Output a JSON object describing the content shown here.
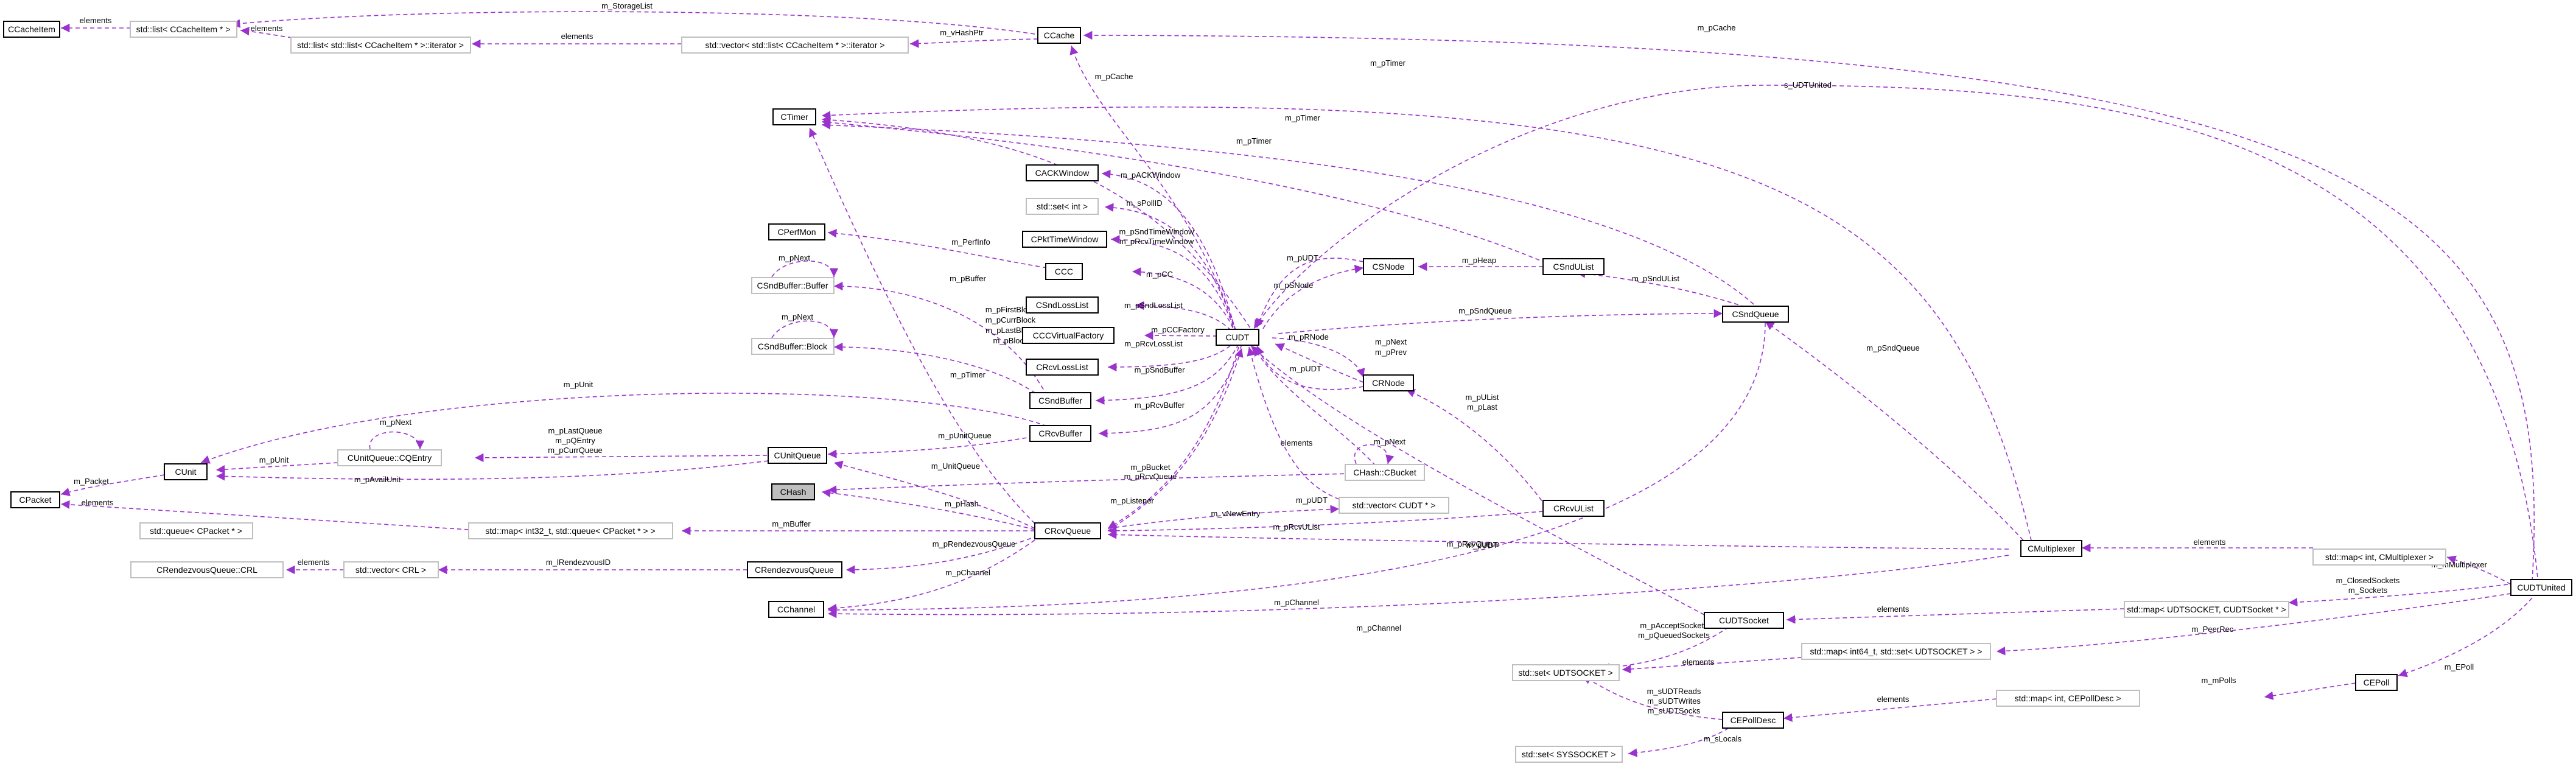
{
  "colors": {
    "edge": "#9a32cd",
    "node_border": "#000000",
    "template_border": "#bfbfbf",
    "focus_fill": "#bfbfbf"
  },
  "nodes": {
    "ccacheitem": "CCacheItem",
    "list_ccacheitem": "std::list< CCacheItem * >",
    "list_list_iter": "std::list< std::list< CCacheItem * >::iterator >",
    "vector_list_iter": "std::vector< std::list< CCacheItem * >::iterator >",
    "ccache": "CCache",
    "ctimer": "CTimer",
    "cackwindow": "CACKWindow",
    "set_int": "std::set< int >",
    "cperfmon": "CPerfMon",
    "cpkttimewindow": "CPktTimeWindow",
    "ccc": "CCC",
    "sndbuffer_buffer": "CSndBuffer::Buffer",
    "csndlosslist": "CSndLossList",
    "cccvirtualfactory": "CCCVirtualFactory",
    "sndbuffer_block": "CSndBuffer::Block",
    "crcvlosslist": "CRcvLossList",
    "csndbuffer": "CSndBuffer",
    "crcvbuffer": "CRcvBuffer",
    "cunit": "CUnit",
    "cunitqueue_centry": "CUnitQueue::CQEntry",
    "cunitqueue": "CUnitQueue",
    "cpacket": "CPacket",
    "chash": "CHash",
    "queue_cpacket": "std::queue< CPacket * >",
    "map_int32_queue": "std::map< int32_t, std::queue< CPacket * > >",
    "crcvqueue": "CRcvQueue",
    "crendezvousqueue_crl": "CRendezvousQueue::CRL",
    "vector_crl": "std::vector< CRL >",
    "crendezvousqueue": "CRendezvousQueue",
    "cchannel": "CChannel",
    "cudt": "CUDT",
    "csnode": "CSNode",
    "crnode": "CRNode",
    "chash_cbucket": "CHash::CBucket",
    "vector_cudt": "std::vector< CUDT * >",
    "csndulist": "CSndUList",
    "crcvulist": "CRcvUList",
    "csndqueue": "CSndQueue",
    "cmultiplexer": "CMultiplexer",
    "map_int_cmultiplexer": "std::map< int, CMultiplexer >",
    "cudtunited": "CUDTUnited",
    "map_udtsocket": "std::map< UDTSOCKET, CUDTSocket * >",
    "cudtsocket": "CUDTSocket",
    "map_int64_set": "std::map< int64_t, std::set< UDTSOCKET > >",
    "set_udtsocket": "std::set< UDTSOCKET >",
    "cepoll": "CEPoll",
    "map_int_cepolldesc": "std::map< int, CEPollDesc >",
    "cepolldesc": "CEPollDesc",
    "set_syssocket": "std::set< SYSSOCKET >"
  },
  "edge_labels": {
    "storagelist": "m_StorageList",
    "elements_cache": "elements",
    "elements_cache2": "elements",
    "elements_cache3": "elements",
    "vhashptr": "m_vHashPtr",
    "pcache_cudt": "m_pCache",
    "pcache_united": "m_pCache",
    "ptimer_top": "m_pTimer",
    "udtunited": "s_UDTUnited",
    "ptimer_mid": "m_pTimer",
    "packwindow": "m_pACKWindow",
    "spollid": "m_sPollID",
    "perfinfo": "m_PerfInfo",
    "psndtimewindow": "m_pSndTimeWindow",
    "prcvtimewindow": "m_pRcvTimeWindow",
    "pcc": "m_pCC",
    "pbuffer": "m_pBuffer",
    "pnext_buf": "m_pNext",
    "pudt_snode": "m_pUDT",
    "pheap": "m_pHeap",
    "psndulist": "m_pSndUList",
    "psnode": "m_pSNode",
    "psndlosslist": "m_pSndLossList",
    "psndqueue": "m_pSndQueue",
    "pfirstblock": "m_pFirstBlock",
    "pcurrblock": "m_pCurrBlock",
    "plastblock": "m_pLastBlock",
    "pblock": "m_pBlock",
    "pnext_block": "m_pNext",
    "pccfactory": "m_pCCFactory",
    "prnode": "m_pRNode",
    "pnext_rnode": "m_pNext",
    "pprev_rnode": "m_pPrev",
    "psndqueue2": "m_pSndQueue",
    "prcvlosslist": "m_pRcvLossList",
    "pudt_rnode": "m_pUDT",
    "psndbuffer": "m_pSndBuffer",
    "ptimer_rcv": "m_pTimer",
    "punit_top": "m_pUnit",
    "prcvbuffer": "m_pRcvBuffer",
    "pulist": "m_pUList",
    "plast": "m_pLast",
    "pnext_centry": "m_pNext",
    "plastqueue": "m_pLastQueue",
    "pqentry": "m_pQEntry",
    "pcurrqueue": "m_pCurrQueue",
    "punitqueue": "m_pUnitQueue",
    "elements_bucket": "elements",
    "pnext_bucket": "m_pNext",
    "pudt_bucket": "m_pUDT",
    "pudt_cudtsocket": "m_pUDT",
    "packet": "m_Packet",
    "punit": "m_pUnit",
    "pavailunit": "m_pAvailUnit",
    "unitqueue": "m_UnitQueue",
    "pbucket": "m_pBucket",
    "prcvqueue": "m_pRcvQueue",
    "phash": "m_pHash",
    "plistener": "m_pListener",
    "vnewentry": "m_vNewEntry",
    "prcvulist": "m_pRcvUList",
    "elements_queue": "elements",
    "mbuffer": "m_mBuffer",
    "prcvqueue_mux": "m_pRcvQueue",
    "prendezvousqueue": "m_pRendezvousQueue",
    "elements_crl": "elements",
    "lrendezvousid": "m_lRendezvousID",
    "pchannel_rcv": "m_pChannel",
    "pchannel_snd": "m_pChannel",
    "pchannel_mux": "m_pChannel",
    "elements_mux": "elements",
    "mmultiplexer": "m_mMultiplexer",
    "closedsockets": "m_ClosedSockets",
    "sockets": "m_Sockets",
    "elements_sock": "elements",
    "peerrec": "m_PeerRec",
    "elements_peer": "elements",
    "pacceptsockets": "m_pAcceptSockets",
    "pqueuedsockets": "m_pQueuedSockets",
    "mpolls": "m_mPolls",
    "epoll": "m_EPoll",
    "elements_epoll": "elements",
    "sudtreads": "m_sUDTReads",
    "sudtwrites": "m_sUDTWrites",
    "sudtsocks": "m_sUDTSocks",
    "slocals": "m_sLocals"
  }
}
